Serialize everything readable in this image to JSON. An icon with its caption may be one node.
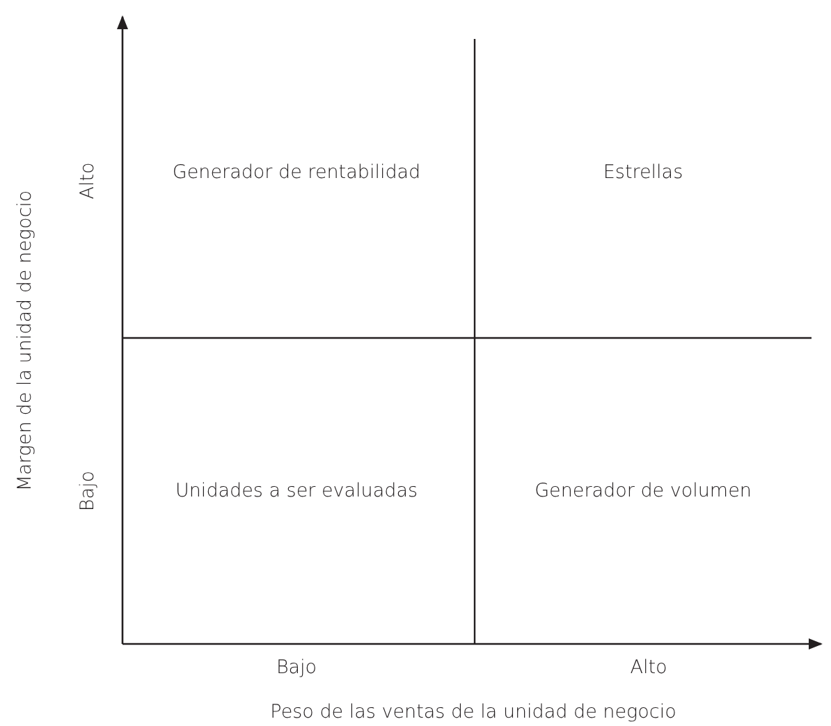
{
  "diagram": {
    "nodes": [
      {
        "text": [
          "Generador de rentabilidad"
        ]
      },
      {
        "text": [
          "Estrellas"
        ]
      },
      {
        "text": [
          "Unidades a ser evaluadas"
        ]
      },
      {
        "text": [
          "Generador de volumen"
        ]
      }
    ],
    "labels": [
      "Alto",
      "Bajo",
      "Margen de la unidad de negocio",
      "Bajo",
      "Alto",
      "Peso de las ventas de la unidad de negocio"
    ]
  }
}
